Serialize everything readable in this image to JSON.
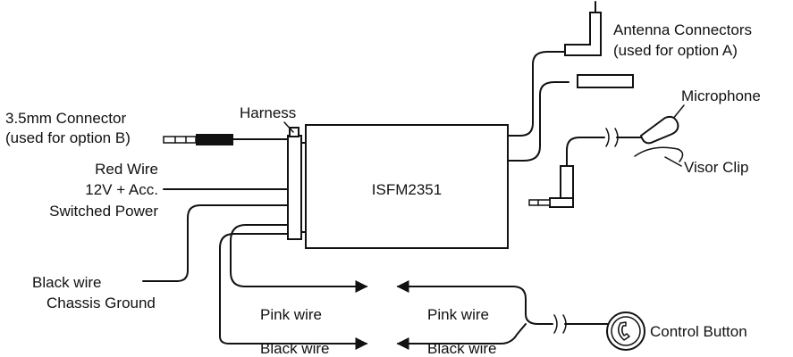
{
  "diagram": {
    "device_label": "ISFM2351",
    "harness_label": "Harness",
    "connector_35mm": [
      "3.5mm Connector",
      "(used for option B)"
    ],
    "red_wire": [
      "Red Wire",
      "12V + Acc.",
      "Switched Power"
    ],
    "black_wire_ground": [
      "Black wire",
      "Chassis Ground"
    ],
    "antenna": [
      "Antenna Connectors",
      "(used for option A)"
    ],
    "microphone_label": "Microphone",
    "visor_clip_label": "Visor Clip",
    "control_button_label": "Control Button",
    "pink_wire_left": "Pink wire",
    "pink_wire_right": "Pink wire",
    "black_wire_left": "Black wire",
    "black_wire_right": "Black wire"
  }
}
